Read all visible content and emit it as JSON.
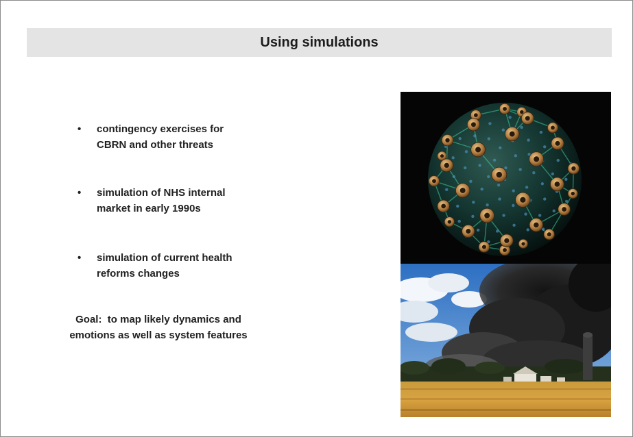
{
  "slide": {
    "title": "Using simulations",
    "bullets": [
      {
        "symbol": "•",
        "lines": [
          "contingency exercises for",
          "CBRN and other threats"
        ]
      },
      {
        "symbol": "•",
        "lines": [
          "simulation of NHS internal",
          "market in early 1990s"
        ]
      },
      {
        "symbol": "•",
        "lines": [
          "simulation of current health",
          "reforms changes"
        ]
      }
    ],
    "goal": {
      "lines": [
        "Goal:  to map likely dynamics and",
        "emotions as well as system features"
      ]
    }
  },
  "colors": {
    "title_bar": "#e4e4e4",
    "text": "#222222",
    "border": "#8a8a8a"
  }
}
